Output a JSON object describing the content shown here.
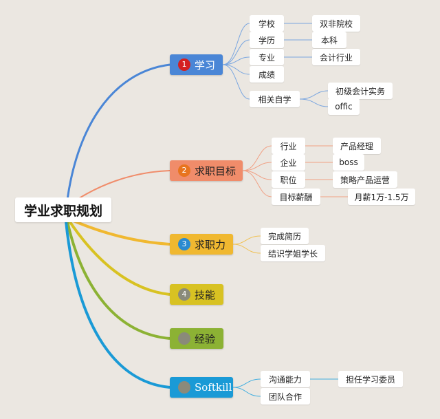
{
  "root": {
    "label": "学业求职规划"
  },
  "branches": [
    {
      "label": "学习",
      "num": "1",
      "color": "#4a86d6",
      "badge_color": "#d42020",
      "children": [
        {
          "label": "学校",
          "child": {
            "label": "双非院校"
          }
        },
        {
          "label": "学历",
          "child": {
            "label": "本科"
          }
        },
        {
          "label": "专业",
          "child": {
            "label": "会计行业"
          }
        },
        {
          "label": "成绩"
        },
        {
          "label": "相关自学",
          "children": [
            {
              "label": "初级会计实务"
            },
            {
              "label": "offic"
            }
          ]
        }
      ]
    },
    {
      "label": "求职目标",
      "num": "2",
      "color": "#f08c6a",
      "badge_color": "#e8741e",
      "children": [
        {
          "label": "行业",
          "child": {
            "label": "产品经理"
          }
        },
        {
          "label": "企业",
          "child": {
            "label": "boss"
          }
        },
        {
          "label": "职位",
          "child": {
            "label": "策略产品运营"
          }
        },
        {
          "label": "目标薪酬",
          "child": {
            "label": "月薪1万-1.5万"
          }
        }
      ]
    },
    {
      "label": "求职力",
      "num": "3",
      "color": "#f0b830",
      "badge_color": "#2a8ad0",
      "children": [
        {
          "label": "完成简历"
        },
        {
          "label": "结识学姐学长"
        }
      ]
    },
    {
      "label": "技能",
      "num": "4",
      "color": "#d8c222",
      "badge_color": "#8a8a7a"
    },
    {
      "label": "经验",
      "num": "",
      "color": "#8cb234",
      "badge_color": "#8a8a7a"
    },
    {
      "label": "Softkill",
      "num": "",
      "color": "#1a9ad6",
      "badge_color": "#8a8a7a",
      "children": [
        {
          "label": "沟通能力",
          "child": {
            "label": "担任学习委员"
          }
        },
        {
          "label": "团队合作"
        }
      ]
    }
  ]
}
